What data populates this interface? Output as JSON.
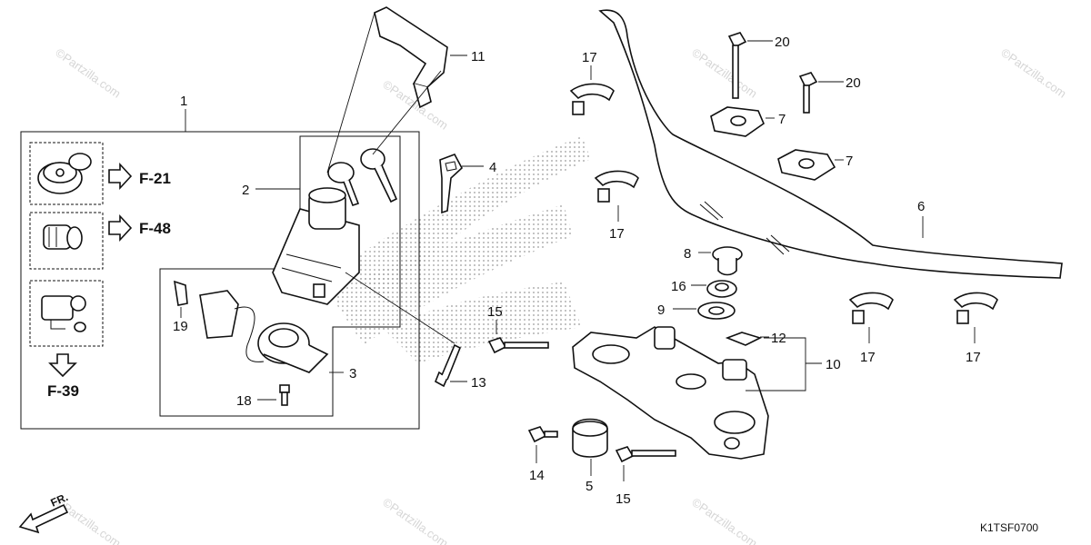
{
  "callouts": {
    "c1": "1",
    "c2": "2",
    "c3": "3",
    "c4": "4",
    "c5": "5",
    "c6": "6",
    "c7a": "7",
    "c7b": "7",
    "c8": "8",
    "c9": "9",
    "c10": "10",
    "c11": "11",
    "c12": "12",
    "c13": "13",
    "c14": "14",
    "c15a": "15",
    "c15b": "15",
    "c16": "16",
    "c17a": "17",
    "c17b": "17",
    "c17c": "17",
    "c17d": "17",
    "c18": "18",
    "c19": "19",
    "c20a": "20",
    "c20b": "20"
  },
  "references": {
    "f21": "F-21",
    "f48": "F-48",
    "f39": "F-39"
  },
  "direction_label": "FR.",
  "diagram_code": "K1TSF0700",
  "watermark": "©Partzilla.com"
}
